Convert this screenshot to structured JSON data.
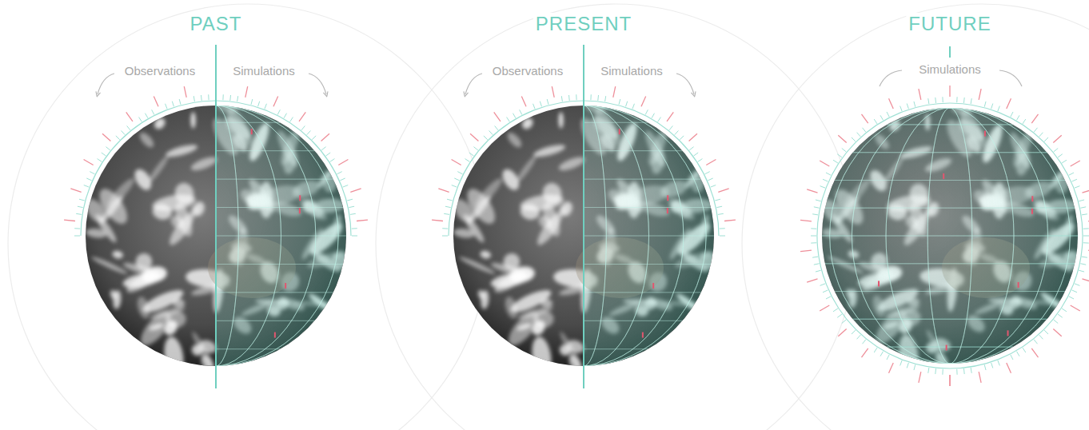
{
  "diagram": {
    "labels": [
      "PAST",
      "Observations",
      "Simulations",
      "PRESENT",
      "Observations",
      "Simulations",
      "FUTURE",
      "Simulations"
    ]
  }
}
